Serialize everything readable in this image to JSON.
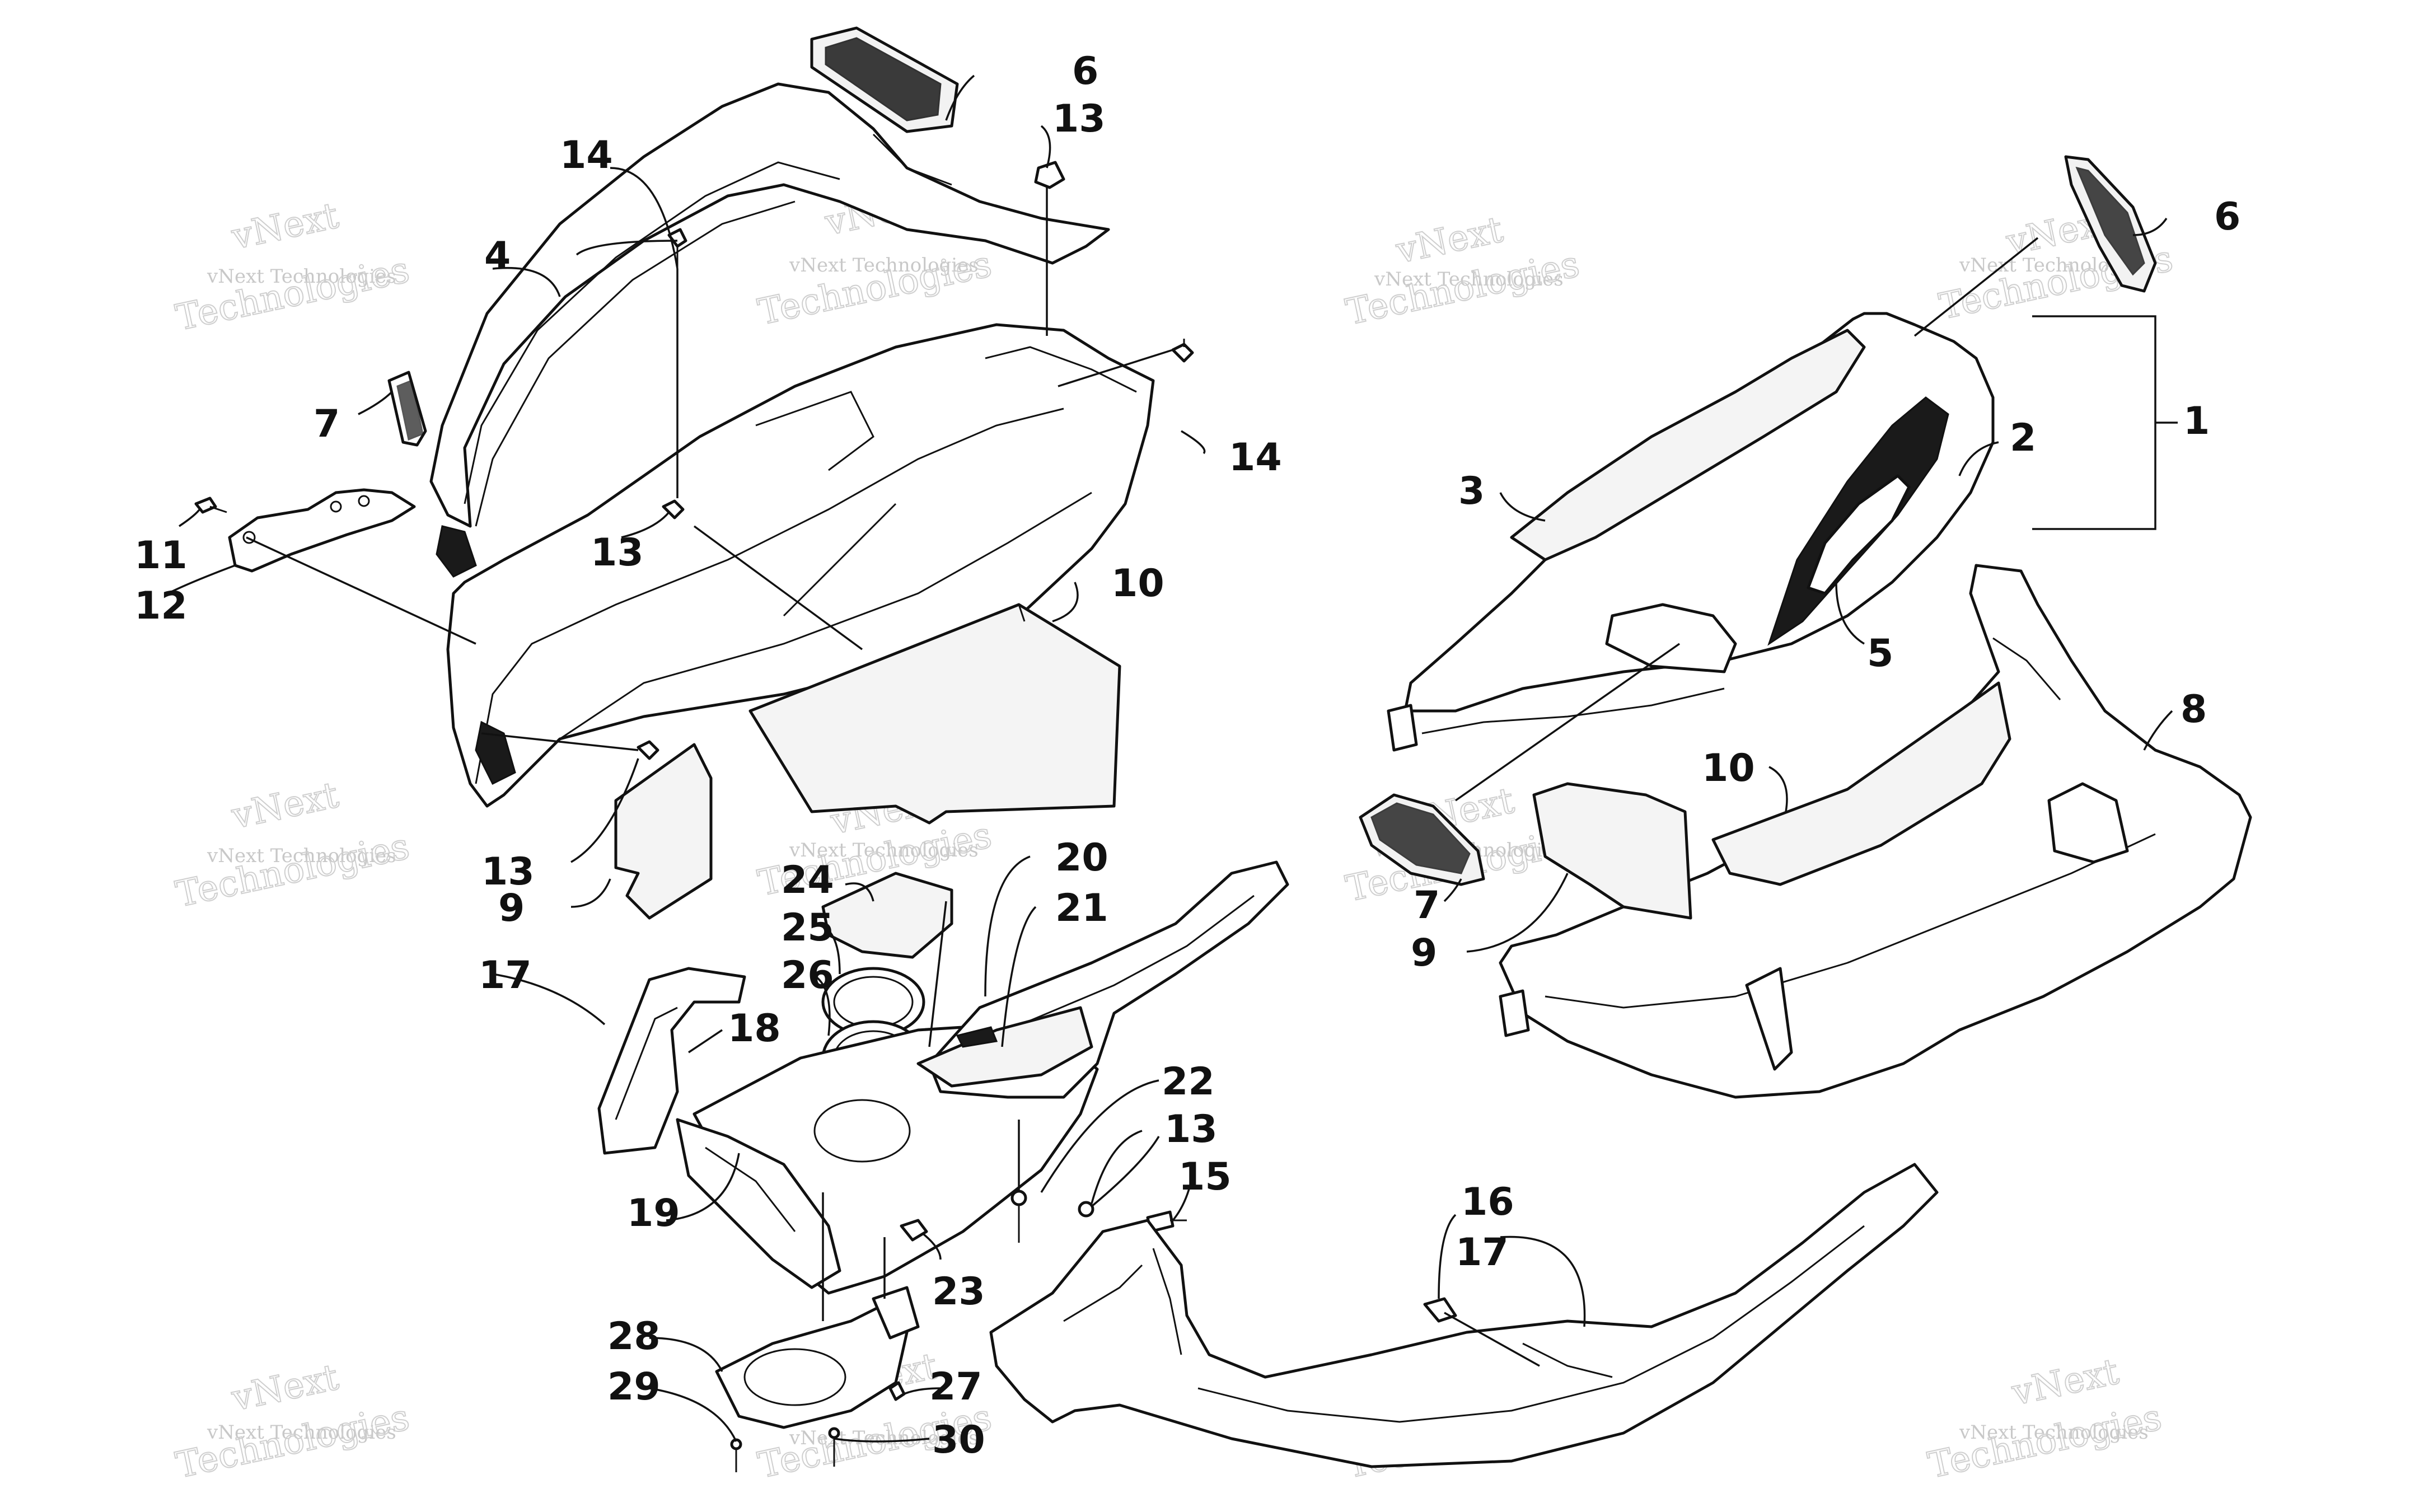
{
  "watermark": {
    "line1": "vNext",
    "line2": "vNext Technologies",
    "line3": "Technologies"
  },
  "callouts": [
    {
      "id": "c1",
      "label": "1"
    },
    {
      "id": "c2",
      "label": "2"
    },
    {
      "id": "c3",
      "label": "3"
    },
    {
      "id": "c4",
      "label": "4"
    },
    {
      "id": "c5",
      "label": "5"
    },
    {
      "id": "c6a",
      "label": "6"
    },
    {
      "id": "c6b",
      "label": "6"
    },
    {
      "id": "c7a",
      "label": "7"
    },
    {
      "id": "c7b",
      "label": "7"
    },
    {
      "id": "c8",
      "label": "8"
    },
    {
      "id": "c9a",
      "label": "9"
    },
    {
      "id": "c9b",
      "label": "9"
    },
    {
      "id": "c10a",
      "label": "10"
    },
    {
      "id": "c10b",
      "label": "10"
    },
    {
      "id": "c11",
      "label": "11"
    },
    {
      "id": "c12",
      "label": "12"
    },
    {
      "id": "c13a",
      "label": "13"
    },
    {
      "id": "c13b",
      "label": "13"
    },
    {
      "id": "c13c",
      "label": "13"
    },
    {
      "id": "c13d",
      "label": "13"
    },
    {
      "id": "c14a",
      "label": "14"
    },
    {
      "id": "c14b",
      "label": "14"
    },
    {
      "id": "c15",
      "label": "15"
    },
    {
      "id": "c16",
      "label": "16"
    },
    {
      "id": "c17a",
      "label": "17"
    },
    {
      "id": "c17b",
      "label": "17"
    },
    {
      "id": "c18",
      "label": "18"
    },
    {
      "id": "c19",
      "label": "19"
    },
    {
      "id": "c20",
      "label": "20"
    },
    {
      "id": "c21",
      "label": "21"
    },
    {
      "id": "c22",
      "label": "22"
    },
    {
      "id": "c23",
      "label": "23"
    },
    {
      "id": "c24",
      "label": "24"
    },
    {
      "id": "c25",
      "label": "25"
    },
    {
      "id": "c26",
      "label": "26"
    },
    {
      "id": "c27",
      "label": "27"
    },
    {
      "id": "c28",
      "label": "28"
    },
    {
      "id": "c29",
      "label": "29"
    },
    {
      "id": "c30",
      "label": "30"
    }
  ]
}
